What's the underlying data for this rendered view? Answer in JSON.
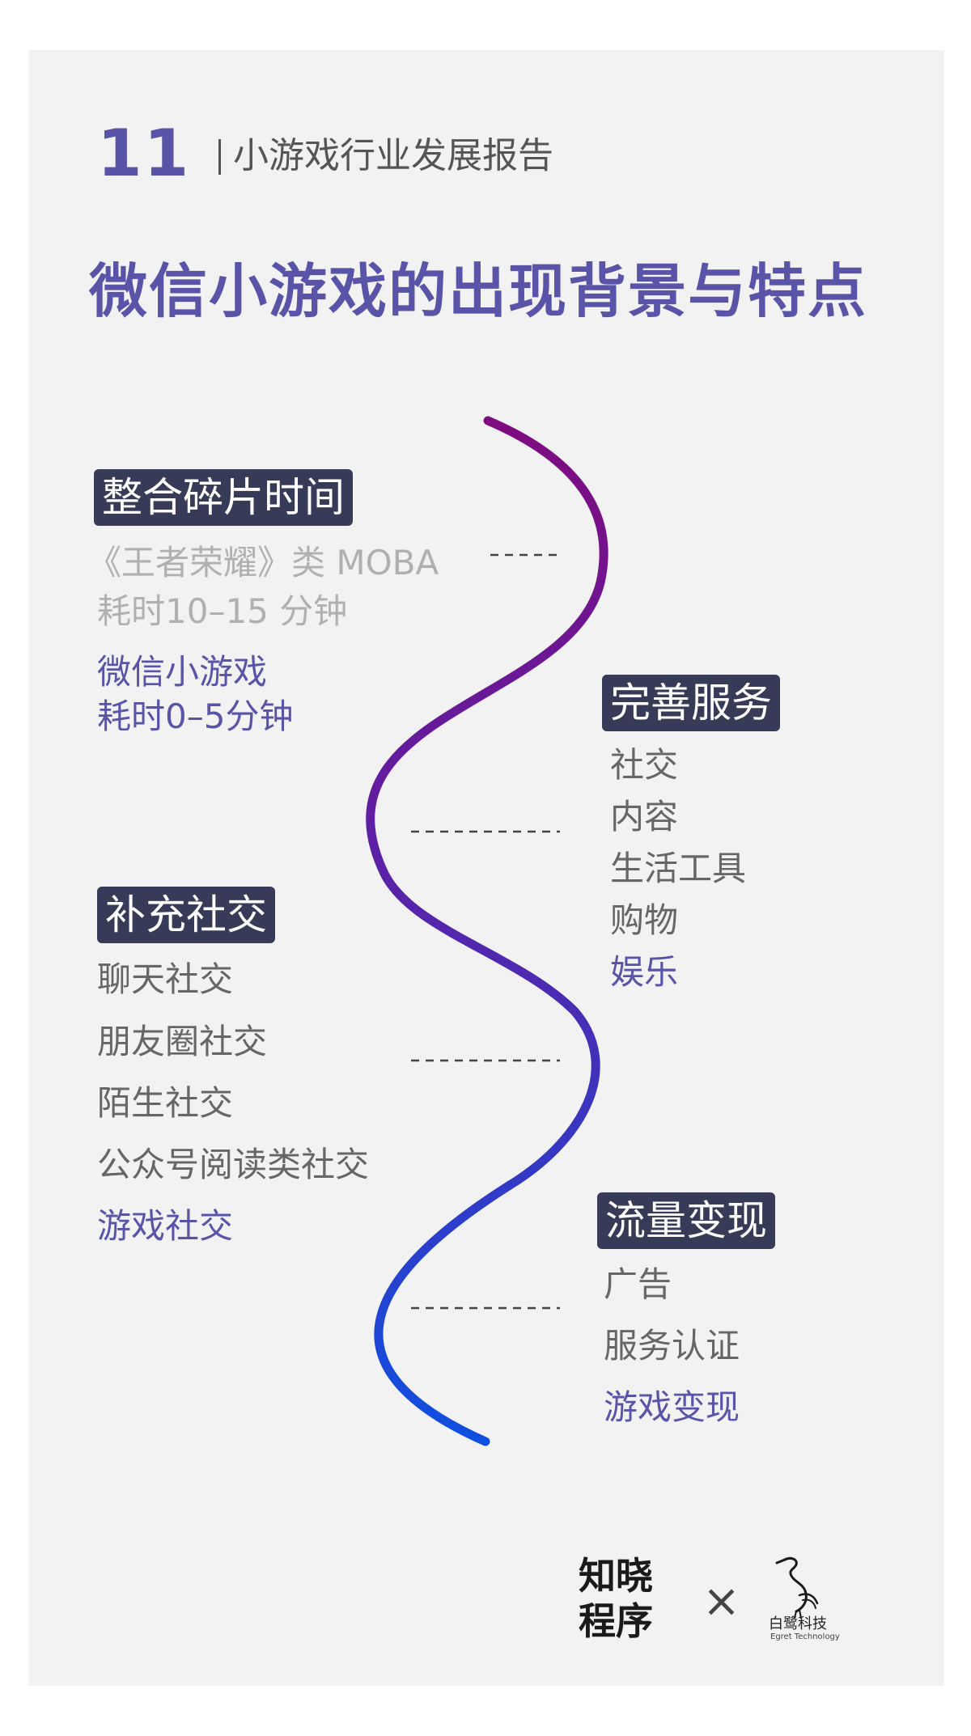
{
  "header": {
    "page_number": "11",
    "report_title": "小游戏行业发展报告"
  },
  "title": "微信小游戏的出现背景与特点",
  "sections": {
    "fragment_time": {
      "tag": "整合碎片时间",
      "moba_line1": "《王者荣耀》类 MOBA",
      "moba_line2": "耗时10–15 分钟",
      "mini_line1": "微信小游戏",
      "mini_line2": "耗时0–5分钟"
    },
    "services": {
      "tag": "完善服务",
      "items": [
        "社交",
        "内容",
        "生活工具",
        "购物",
        "娱乐"
      ]
    },
    "social": {
      "tag": "补充社交",
      "items": [
        "聊天社交",
        "朋友圈社交",
        "陌生社交",
        "公众号阅读类社交",
        "游戏社交"
      ]
    },
    "monetization": {
      "tag": "流量变现",
      "items": [
        "广告",
        "服务认证",
        "游戏变现"
      ]
    }
  },
  "footer": {
    "logo_zhixiao_line1": "知晓",
    "logo_zhixiao_line2": "程序",
    "cross": "×",
    "logo_bailu_cn": "白鹭科技",
    "logo_bailu_en": "Egret Technology"
  },
  "colors": {
    "accent": "#5a54a8",
    "tag_bg": "#383b57",
    "wave_top": "#7f0b7f",
    "wave_mid": "#5a22a8",
    "wave_bottom": "#0f4fe0"
  }
}
